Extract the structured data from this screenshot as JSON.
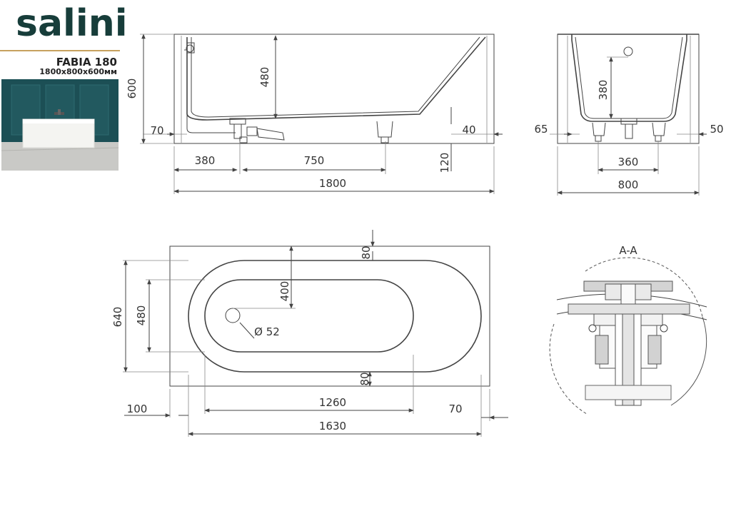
{
  "brand": {
    "name": "salini"
  },
  "product": {
    "model": "FABIA 180",
    "dimensions": "1800x800x600мм"
  },
  "side_view": {
    "height_total": "600",
    "inner_depth": "480",
    "foot_offset": "70",
    "rim_right": "40",
    "drain_offset": "380",
    "leg_span": "750",
    "leg_height": "120",
    "length_total": "1800"
  },
  "end_view": {
    "inner_depth": "380",
    "rim_left": "65",
    "rim_right": "50",
    "leg_span": "360",
    "width_total": "800"
  },
  "top_view": {
    "width_outer": "640",
    "width_inner": "480",
    "drain_to_edge": "400",
    "rim_top": "80",
    "rim_bottom": "80",
    "drain_diameter": "Ø 52",
    "left_margin": "100",
    "inner_length": "1260",
    "right_margin": "70",
    "outer_length": "1630"
  },
  "section": {
    "label": "A-A"
  },
  "colors": {
    "brand": "#173d3a",
    "accent": "#c7a15e",
    "line": "#444444"
  }
}
